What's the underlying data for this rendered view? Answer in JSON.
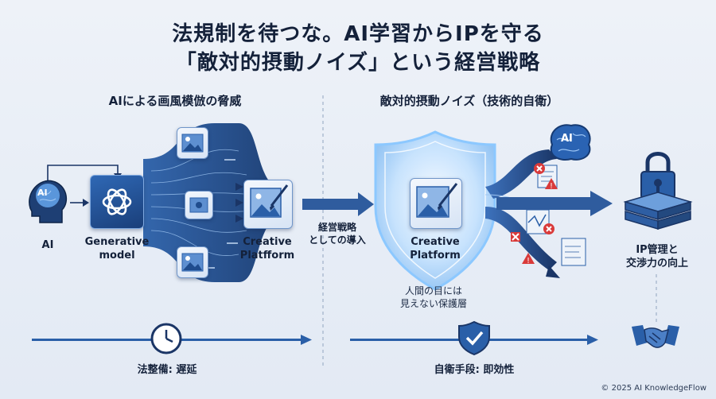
{
  "header": {
    "title_line1": "法規制を待つな。AI学習からIPを守る",
    "title_line2": "「敵対的摂動ノイズ」という経営戦略"
  },
  "left_section": {
    "heading": "AIによる画風模倣の脅威",
    "ai_label": "AI",
    "ai_badge": "AI",
    "model_label_1": "Generative",
    "model_label_2": "model",
    "platform_label_1": "Creative",
    "platform_label_2": "Platfform"
  },
  "middle_arrow": {
    "label_1": "経営戦略",
    "label_2": "としての導入"
  },
  "right_section": {
    "heading": "敵対的摂動ノイズ（技術的自衛）",
    "platform_label_1": "Creative",
    "platform_label_2": "Platform",
    "protection_note_1": "人間の目には",
    "protection_note_2": "見えない保護層",
    "brain_badge": "AI",
    "outcome_label_1": "IP管理と",
    "outcome_label_2": "交渉力の向上"
  },
  "timeline": {
    "left_caption": "法整備: 遅延",
    "right_caption": "自衛手段: 即効性"
  },
  "footer": {
    "copyright": "© 2025 AI KnowledgeFlow"
  },
  "colors": {
    "primary_blue": "#2a5fa8",
    "dark_navy": "#1a3566",
    "error_red": "#d93a3a",
    "shield_glow": "#9fd0ff"
  }
}
